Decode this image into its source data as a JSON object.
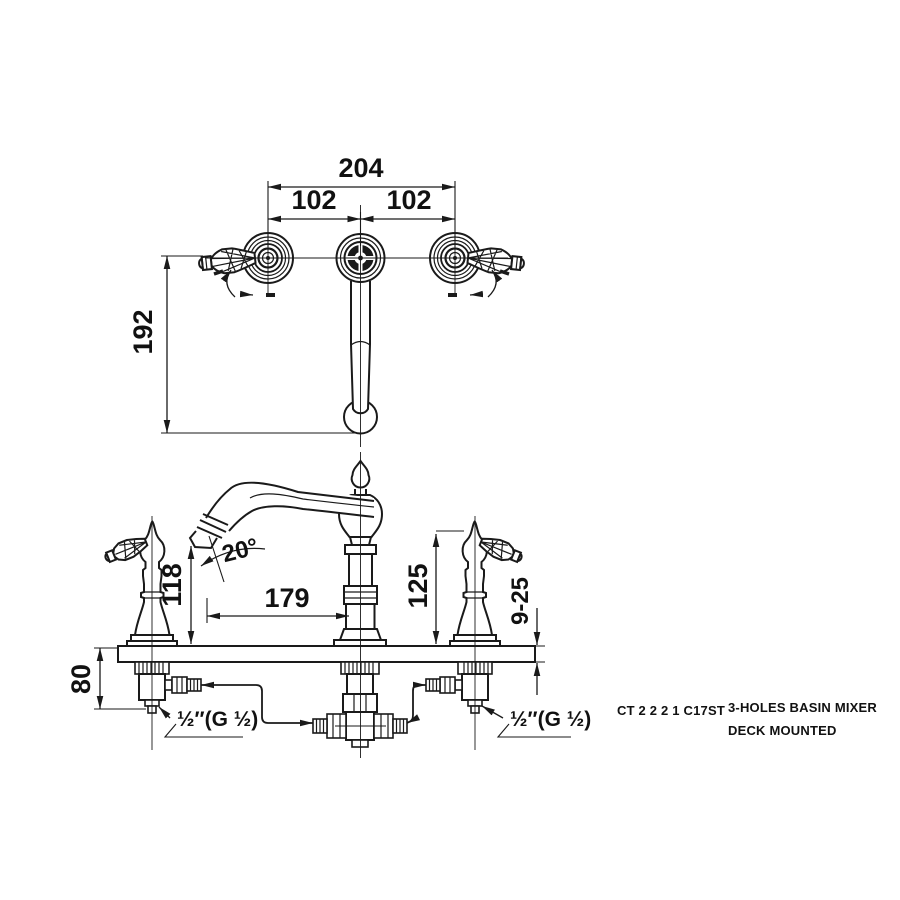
{
  "product": {
    "code": "CT 2 2 2 1 C17ST",
    "title_line1": "3-HOLES BASIN MIXER",
    "title_line2": "DECK MOUNTED"
  },
  "top_view": {
    "overall_width": "204",
    "left_offset": "102",
    "right_offset": "102",
    "spout_projection": "192"
  },
  "front_view": {
    "spout_clearance": "118",
    "spout_reach": "179",
    "handle_height": "125",
    "spout_angle": "20°",
    "under_deck_depth": "80",
    "deck_thickness_range": "9-25",
    "left_connection": "½″(G ½)",
    "right_connection": "½″(G ½)"
  },
  "colors": {
    "line": "#1a1a1a",
    "background": "#ffffff"
  }
}
